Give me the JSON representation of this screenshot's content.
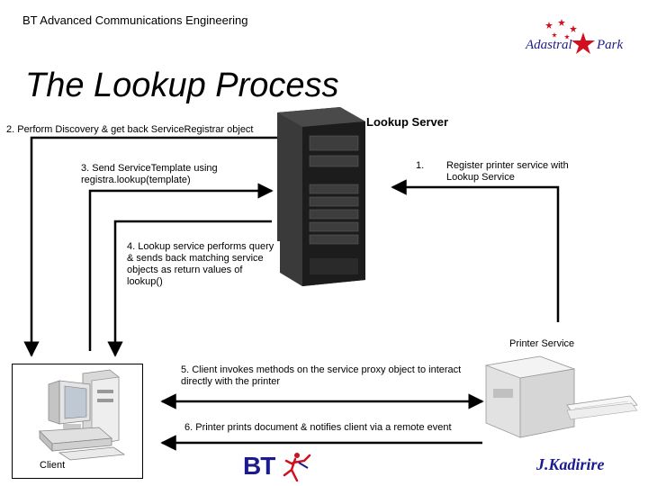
{
  "header": {
    "title": "BT Advanced Communications Engineering"
  },
  "logo": {
    "left_word": "Adastral",
    "right_word": "Park"
  },
  "slide_title": "The Lookup Process",
  "lookup_server": {
    "label": "Lookup Server"
  },
  "steps": {
    "s1_number": "1.",
    "s1_text": "Register printer service with Lookup Service",
    "s2_text": "2. Perform Discovery & get back ServiceRegistrar object",
    "s3_text": "3. Send ServiceTemplate using registra.lookup(template)",
    "s4_text": "4. Lookup service performs query & sends back matching service objects as return values of lookup()",
    "s5_text": "5. Client invokes methods on the service proxy object  to interact directly with the printer",
    "s6_text": "6. Printer prints document & notifies client via a remote event"
  },
  "labels": {
    "printer": "Printer Service",
    "client": "Client"
  },
  "branding": {
    "bt_logo": "BT",
    "signature": "J.Kadirire"
  },
  "icons": [
    "server-icon",
    "computer-icon",
    "printer-icon",
    "bt-piper-icon",
    "star-icon"
  ],
  "colors": {
    "background": "#ffffff",
    "text": "#000000",
    "logo_blue": "#1b1b8f",
    "logo_red": "#d0101e"
  }
}
